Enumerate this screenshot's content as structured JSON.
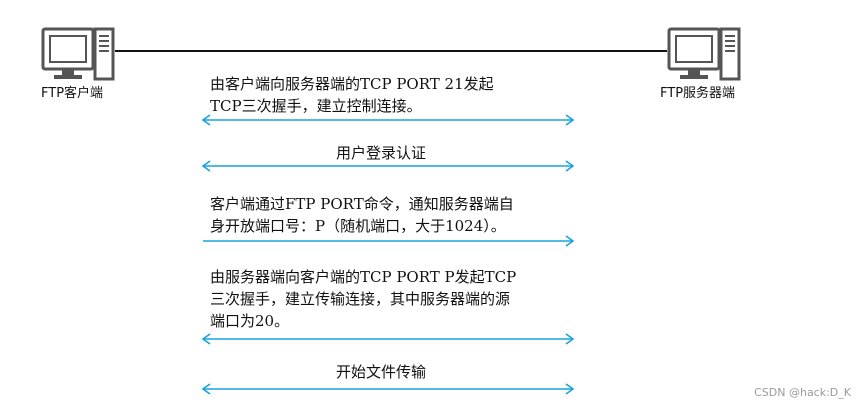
{
  "nodes": {
    "client_label": "FTP客户端",
    "server_label": "FTP服务器端"
  },
  "messages": [
    {
      "lines": [
        "由客户端向服务器端的TCP PORT 21发起",
        "TCP三次握手，建立控制连接。"
      ],
      "direction": "both"
    },
    {
      "lines": [
        "用户登录认证"
      ],
      "direction": "both"
    },
    {
      "lines": [
        "客户端通过FTP PORT命令，通知服务器端自",
        "身开放端口号：P（随机端口，大于1024）。"
      ],
      "direction": "right"
    },
    {
      "lines": [
        "由服务器端向客户端的TCP PORT P发起TCP",
        "三次握手，建立传输连接，其中服务器端的源",
        "端口为20。"
      ],
      "direction": "both"
    },
    {
      "lines": [
        "开始文件传输"
      ],
      "direction": "both"
    }
  ],
  "watermark": "CSDN @hack:D_K",
  "colors": {
    "arrow": "#1aa3db",
    "computer_stroke": "#555555",
    "computer_fill": "#ffffff"
  },
  "icons": {
    "client": "computer-icon",
    "server": "computer-icon"
  }
}
